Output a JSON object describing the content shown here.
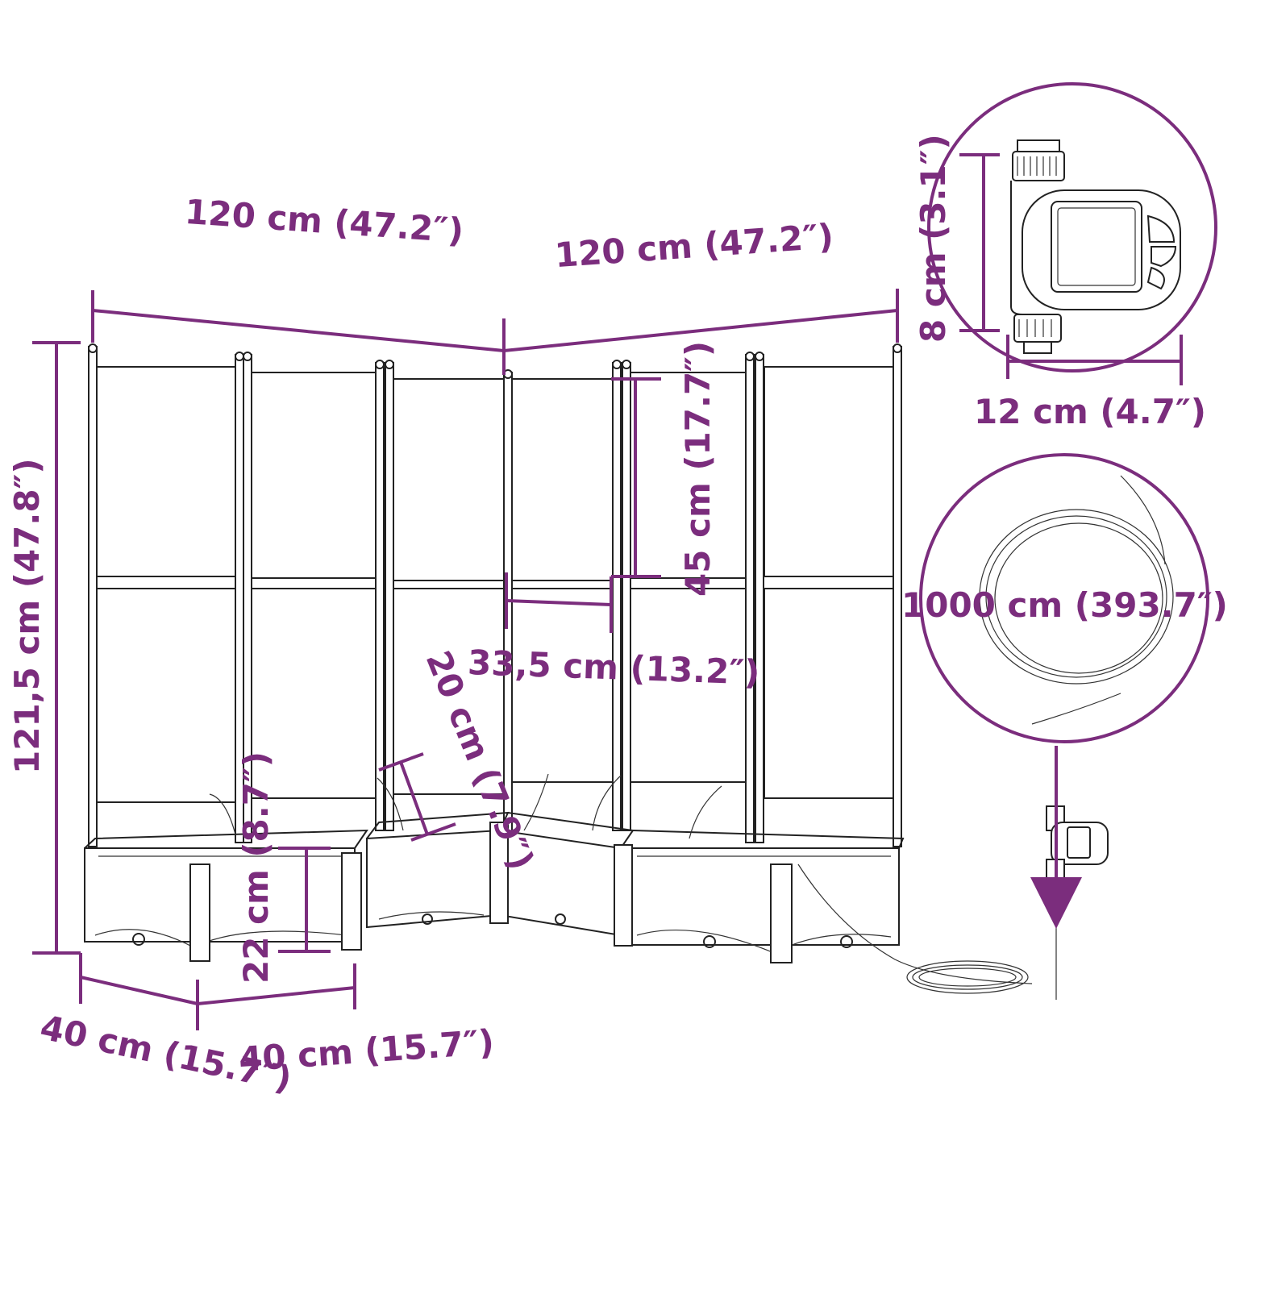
{
  "colors": {
    "accent": "#7b2d7d",
    "drawing": "#222222",
    "background": "#ffffff"
  },
  "dimensions": {
    "width_left": "120 cm (47.2″)",
    "width_right": "120 cm (47.2″)",
    "total_height": "121,5 cm (47.8″)",
    "depth_left": "40 cm (15.7″)",
    "depth_front": "40 cm (15.7″)",
    "box_height": "22 cm (8.7″)",
    "gap_width": "33,5 cm (13.2″)",
    "panel_height": "45 cm (17.7″)",
    "corner_width": "20 cm (7.9″)",
    "controller_height": "8 cm (3.1″)",
    "controller_width": "12 cm (4.7″)",
    "hose_length": "1000 cm (393.7″)"
  },
  "icons": {
    "controller": "water-timer-icon",
    "hose": "hose-coil-icon",
    "planter": "trellis-planter-icon"
  }
}
